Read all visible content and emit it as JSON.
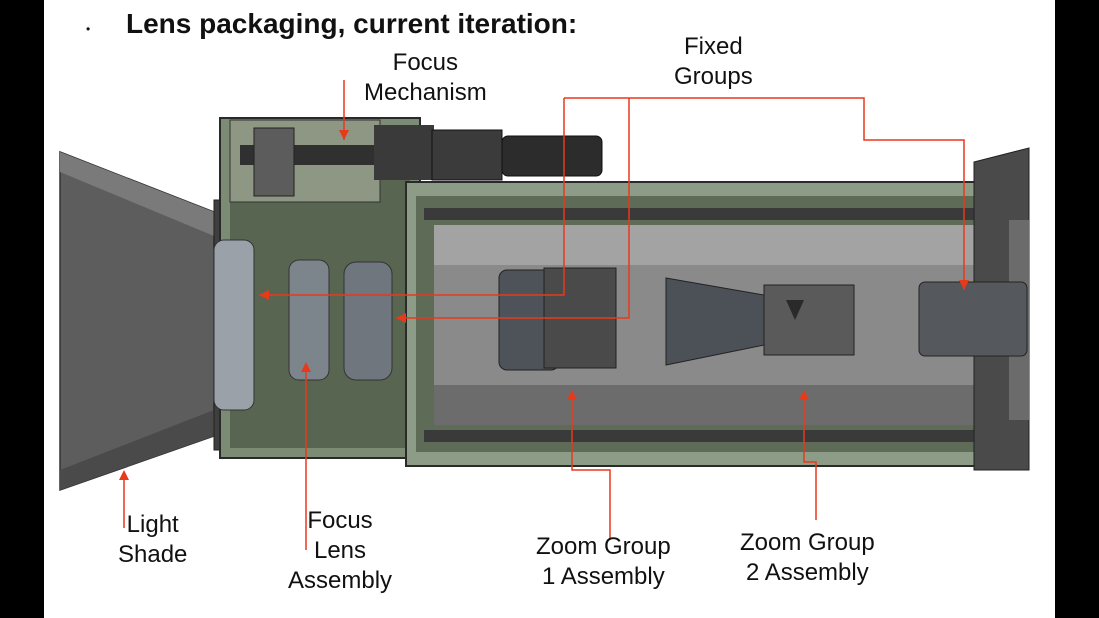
{
  "slide": {
    "bullet": "•",
    "title": "Lens packaging, current iteration:"
  },
  "labels": {
    "focus_mechanism": [
      "Focus",
      "Mechanism"
    ],
    "fixed_groups": [
      "Fixed",
      "Groups"
    ],
    "light_shade": [
      "Light",
      "Shade"
    ],
    "focus_lens_assembly": [
      "Focus",
      "Lens",
      "Assembly"
    ],
    "zoom_group_1": [
      "Zoom Group",
      "1 Assembly"
    ],
    "zoom_group_2": [
      "Zoom Group",
      "2 Assembly"
    ]
  },
  "colors": {
    "background": "#000000",
    "slide": "#ffffff",
    "leader_line": "#e8391b",
    "housing_green": "#6f8a6a",
    "metal_gray": "#6e6e6e",
    "dark_metal": "#2e2e2e"
  }
}
